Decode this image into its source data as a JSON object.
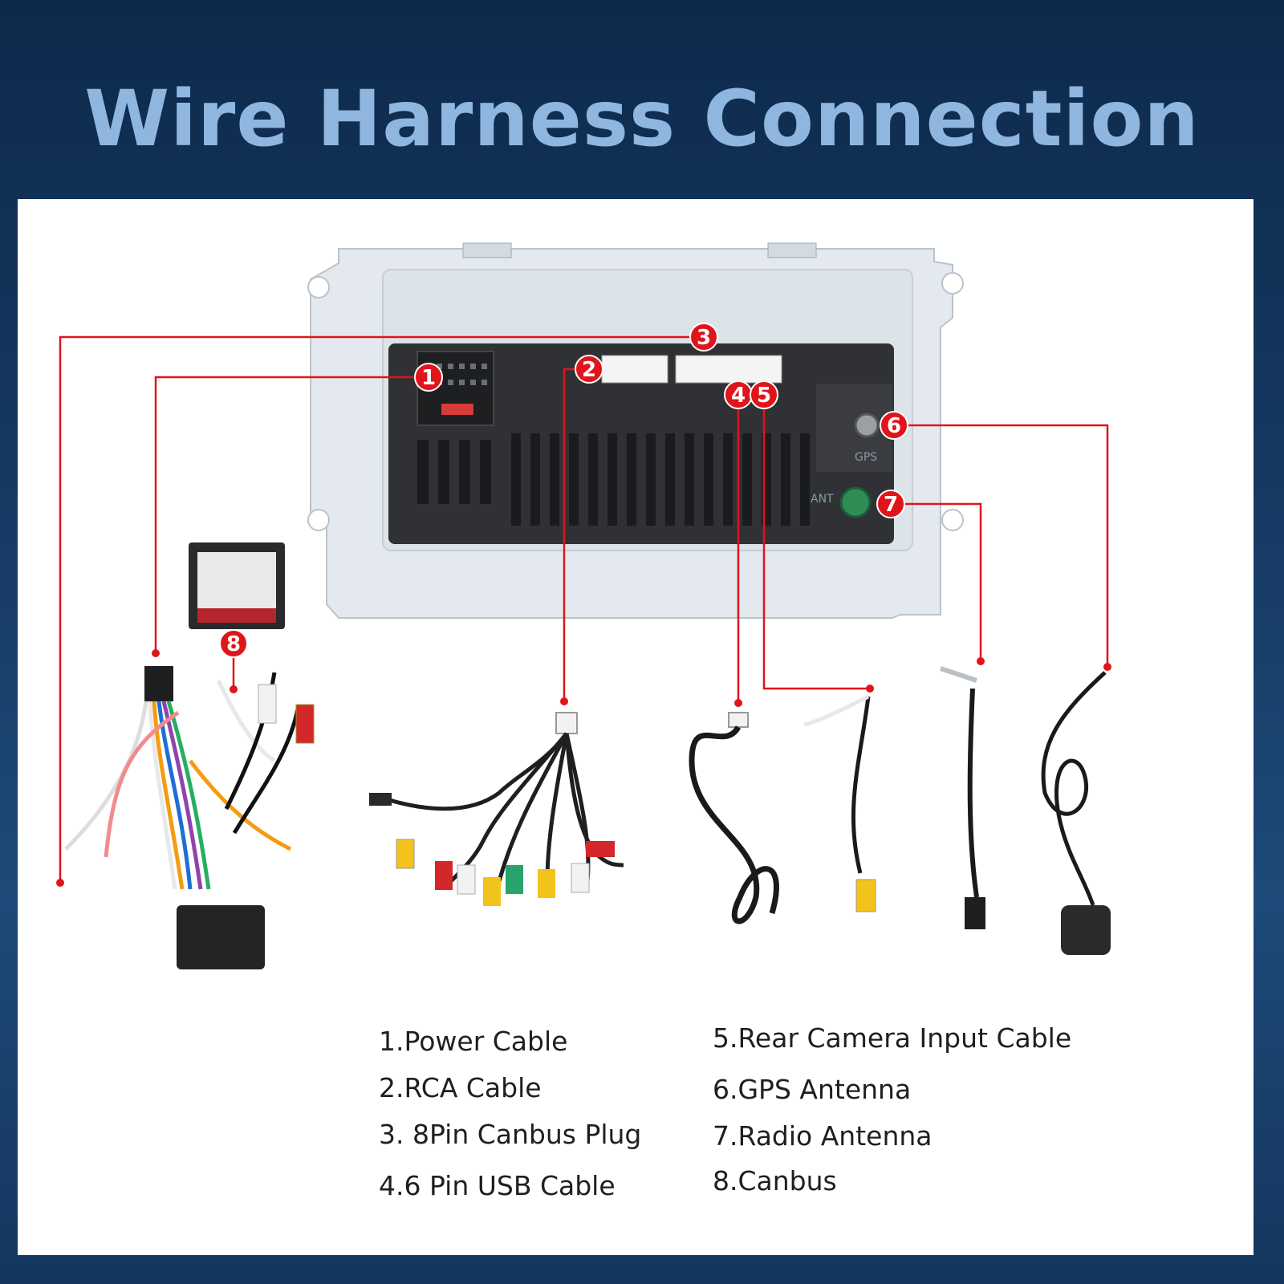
{
  "title": "Wire Harness Connection",
  "unit_labels": {
    "gps": "GPS",
    "ant": "ANT"
  },
  "markers": [
    "1",
    "2",
    "3",
    "4",
    "5",
    "6",
    "7",
    "8"
  ],
  "legend": [
    "1.Power Cable",
    "2.RCA Cable",
    "3. 8Pin Canbus Plug",
    "4.6 Pin USB Cable",
    "5.Rear Camera Input Cable",
    "6.GPS Antenna",
    "7.Radio Antenna",
    "8.Canbus"
  ],
  "colors": {
    "leader": "#e0141b",
    "marker": "#e0141b",
    "title": "#8fb6df"
  }
}
